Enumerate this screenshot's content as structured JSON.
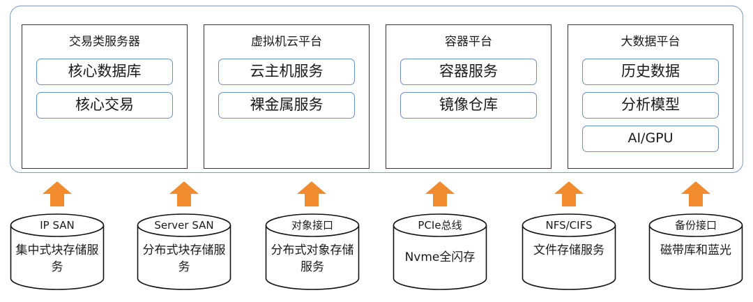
{
  "colors": {
    "arrow": "#f28a2e",
    "service_border": "#6c8fbf",
    "outer_border": "#7c9cc4"
  },
  "platforms": [
    {
      "title": "交易类服务器",
      "services": [
        "核心数据库",
        "核心交易"
      ]
    },
    {
      "title": "虚拟机云平台",
      "services": [
        "云主机服务",
        "裸金属服务"
      ]
    },
    {
      "title": "容器平台",
      "services": [
        "容器服务",
        "镜像仓库"
      ]
    },
    {
      "title": "大数据平台",
      "services": [
        "历史数据",
        "分析模型",
        "AI/GPU"
      ]
    }
  ],
  "storage": [
    {
      "header": "IP SAN",
      "body": "集中式块存储服务"
    },
    {
      "header": "Server SAN",
      "body": "分布式块存储服务"
    },
    {
      "header": "对象接口",
      "body": "分布式对象存储服务"
    },
    {
      "header": "PCIe总线",
      "body": "Nvme全闪存"
    },
    {
      "header": "NFS/CIFS",
      "body": "文件存储服务"
    },
    {
      "header": "备份接口",
      "body": "磁带库和蓝光"
    }
  ]
}
